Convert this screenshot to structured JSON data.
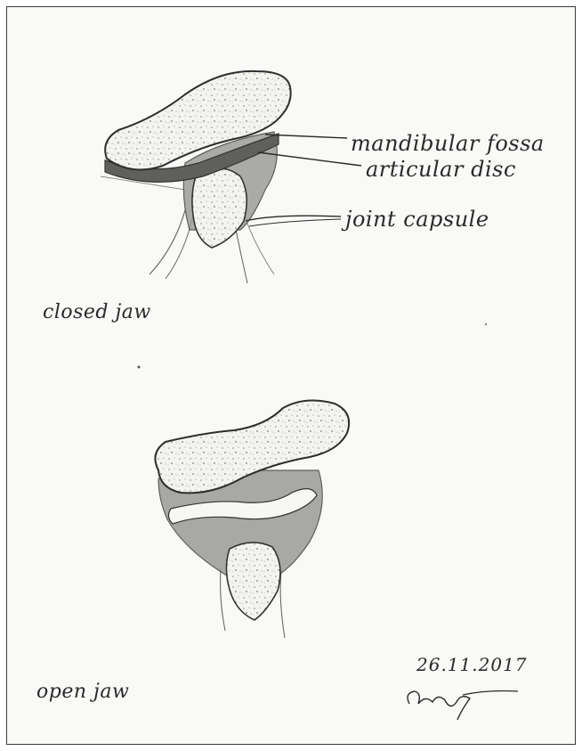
{
  "labels": {
    "mandibular_fossa": "mandibular fossa",
    "articular_disc": "articular disc",
    "joint_capsule": "joint capsule"
  },
  "captions": {
    "closed": "closed jaw",
    "open": "open jaw"
  },
  "date": "26.11.2017"
}
